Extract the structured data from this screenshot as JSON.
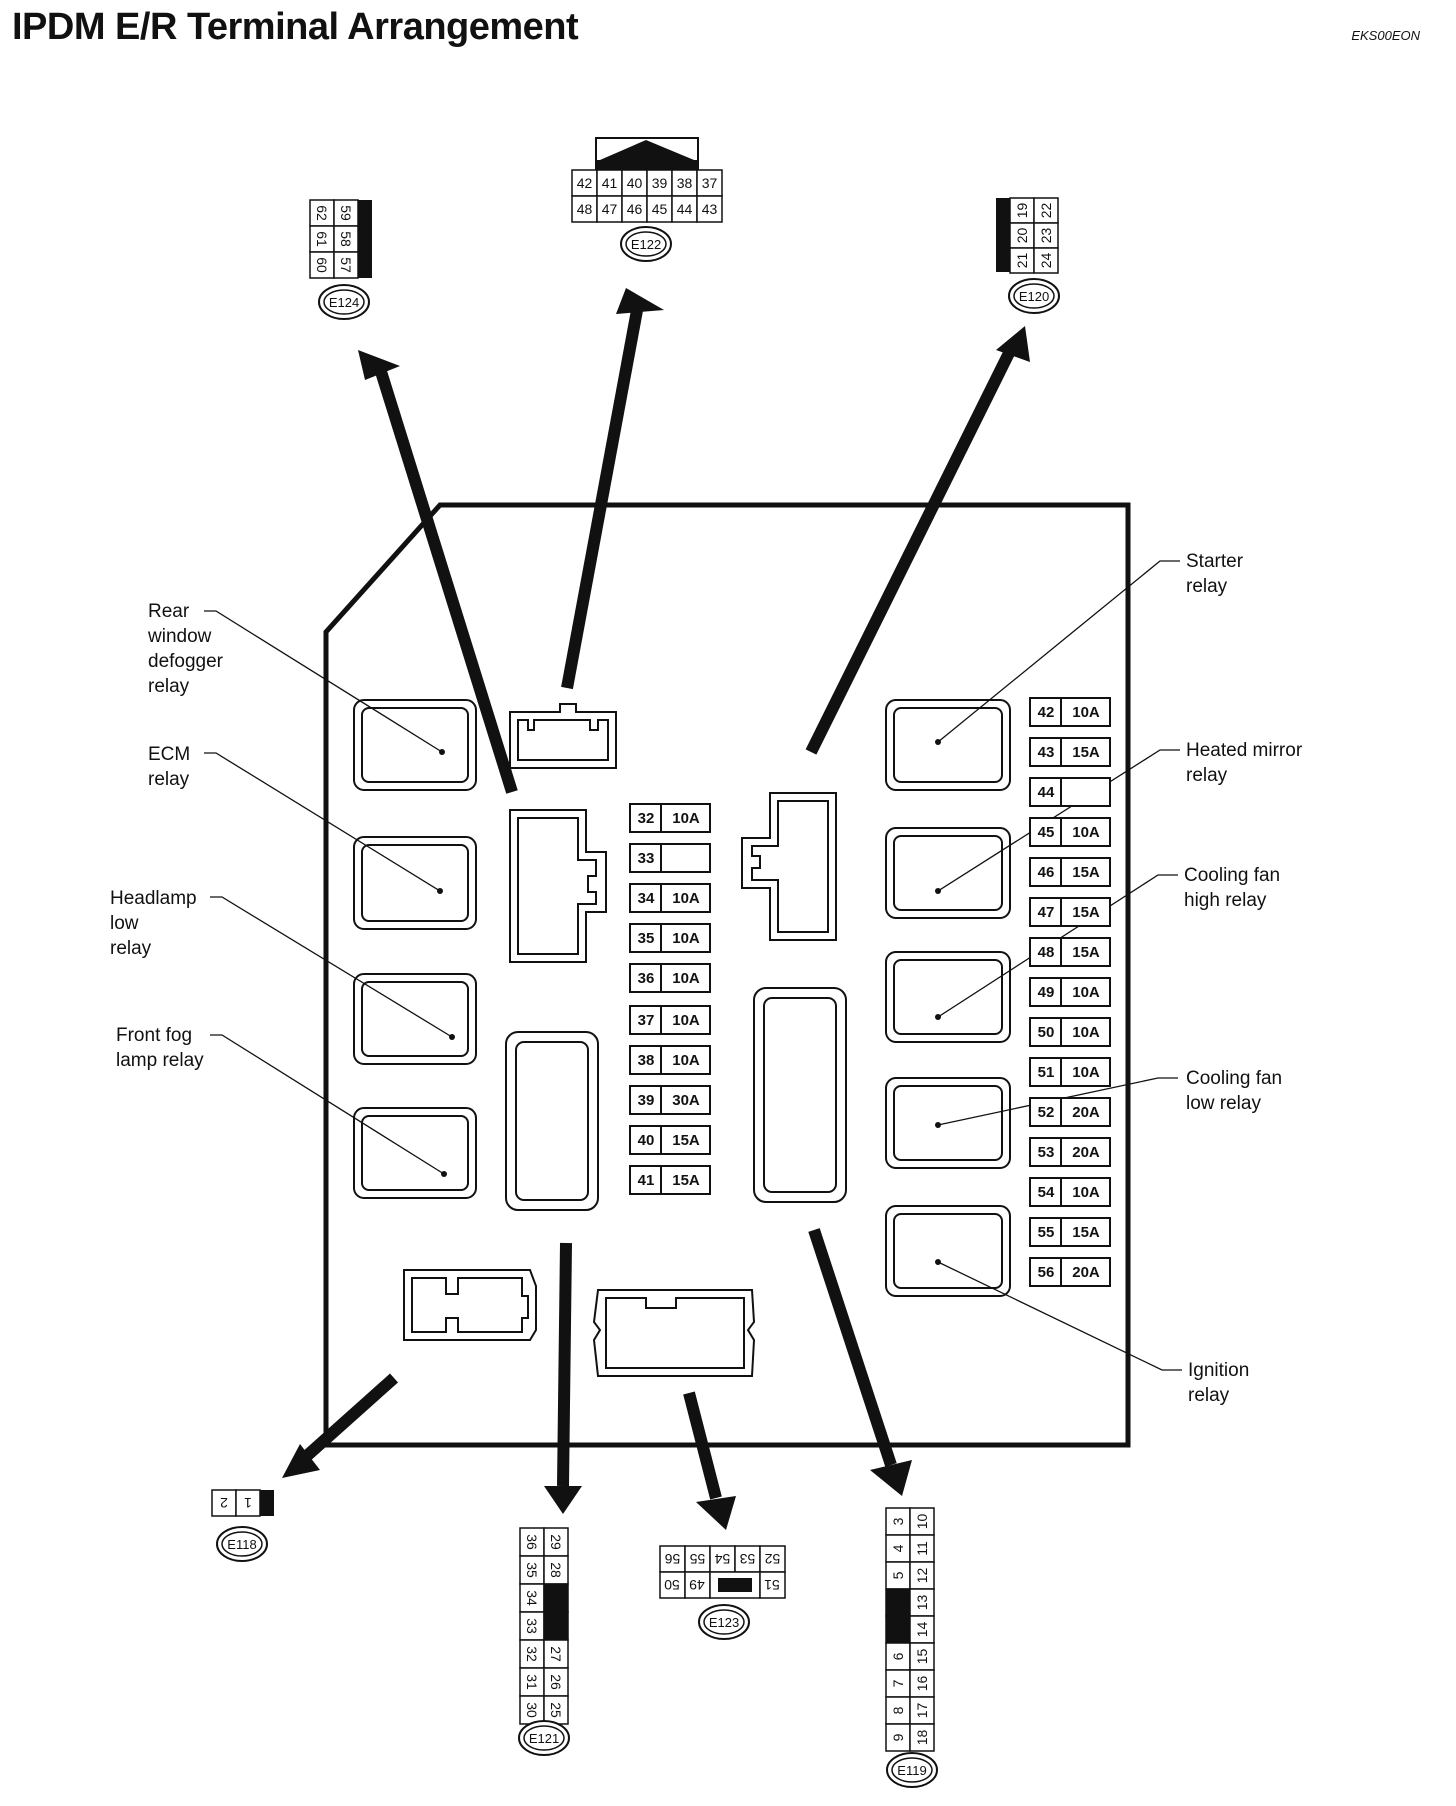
{
  "title": "IPDM E/R Terminal Arrangement",
  "doc_id": "EKS00EON",
  "relay_labels": {
    "rear_defogger": [
      "Rear",
      "window",
      "defogger",
      "relay"
    ],
    "ecm": [
      "ECM",
      "relay"
    ],
    "headlamp_low": [
      "Headlamp",
      "low",
      "relay"
    ],
    "front_fog": [
      "Front fog",
      "lamp relay"
    ],
    "starter": [
      "Starter",
      "relay"
    ],
    "heated_mirror": [
      "Heated mirror",
      "relay"
    ],
    "cooling_fan_high": [
      "Cooling fan",
      "high relay"
    ],
    "cooling_fan_low": [
      "Cooling fan",
      "low relay"
    ],
    "ignition": [
      "Ignition",
      "relay"
    ]
  },
  "fuses_center": [
    {
      "num": "32",
      "amp": "10A"
    },
    {
      "num": "33",
      "amp": ""
    },
    {
      "num": "34",
      "amp": "10A"
    },
    {
      "num": "35",
      "amp": "10A"
    },
    {
      "num": "36",
      "amp": "10A"
    },
    {
      "num": "37",
      "amp": "10A"
    },
    {
      "num": "38",
      "amp": "10A"
    },
    {
      "num": "39",
      "amp": "30A"
    },
    {
      "num": "40",
      "amp": "15A"
    },
    {
      "num": "41",
      "amp": "15A"
    }
  ],
  "fuses_right": [
    {
      "num": "42",
      "amp": "10A"
    },
    {
      "num": "43",
      "amp": "15A"
    },
    {
      "num": "44",
      "amp": ""
    },
    {
      "num": "45",
      "amp": "10A"
    },
    {
      "num": "46",
      "amp": "15A"
    },
    {
      "num": "47",
      "amp": "15A"
    },
    {
      "num": "48",
      "amp": "15A"
    },
    {
      "num": "49",
      "amp": "10A"
    },
    {
      "num": "50",
      "amp": "10A"
    },
    {
      "num": "51",
      "amp": "10A"
    },
    {
      "num": "52",
      "amp": "20A"
    },
    {
      "num": "53",
      "amp": "20A"
    },
    {
      "num": "54",
      "amp": "10A"
    },
    {
      "num": "55",
      "amp": "15A"
    },
    {
      "num": "56",
      "amp": "20A"
    }
  ],
  "connectors": {
    "E122": {
      "name": "E122",
      "row1": [
        "42",
        "41",
        "40",
        "39",
        "38",
        "37"
      ],
      "row2": [
        "48",
        "47",
        "46",
        "45",
        "44",
        "43"
      ]
    },
    "E124": {
      "name": "E124",
      "col1": [
        "62",
        "61",
        "60"
      ],
      "col2": [
        "59",
        "58",
        "57"
      ]
    },
    "E120": {
      "name": "E120",
      "col1": [
        "19",
        "20",
        "21"
      ],
      "col2": [
        "22",
        "23",
        "24"
      ]
    },
    "E118": {
      "name": "E118",
      "cells": [
        "2",
        "1"
      ]
    },
    "E121": {
      "name": "E121",
      "col1": [
        "36",
        "35",
        "34",
        "33",
        "32",
        "31",
        "30"
      ],
      "col2": [
        "29",
        "28",
        "",
        "",
        "27",
        "26",
        "25"
      ]
    },
    "E123": {
      "name": "E123",
      "row1": [
        "56",
        "55",
        "54",
        "53",
        "52"
      ],
      "row2": [
        "51",
        "",
        "50",
        "49"
      ]
    },
    "E119": {
      "name": "E119",
      "col1": [
        "3",
        "4",
        "5",
        "",
        "6",
        "7",
        "8",
        "9"
      ],
      "col2": [
        "10",
        "11",
        "12",
        "13",
        "14",
        "15",
        "16",
        "17",
        "18"
      ]
    }
  }
}
